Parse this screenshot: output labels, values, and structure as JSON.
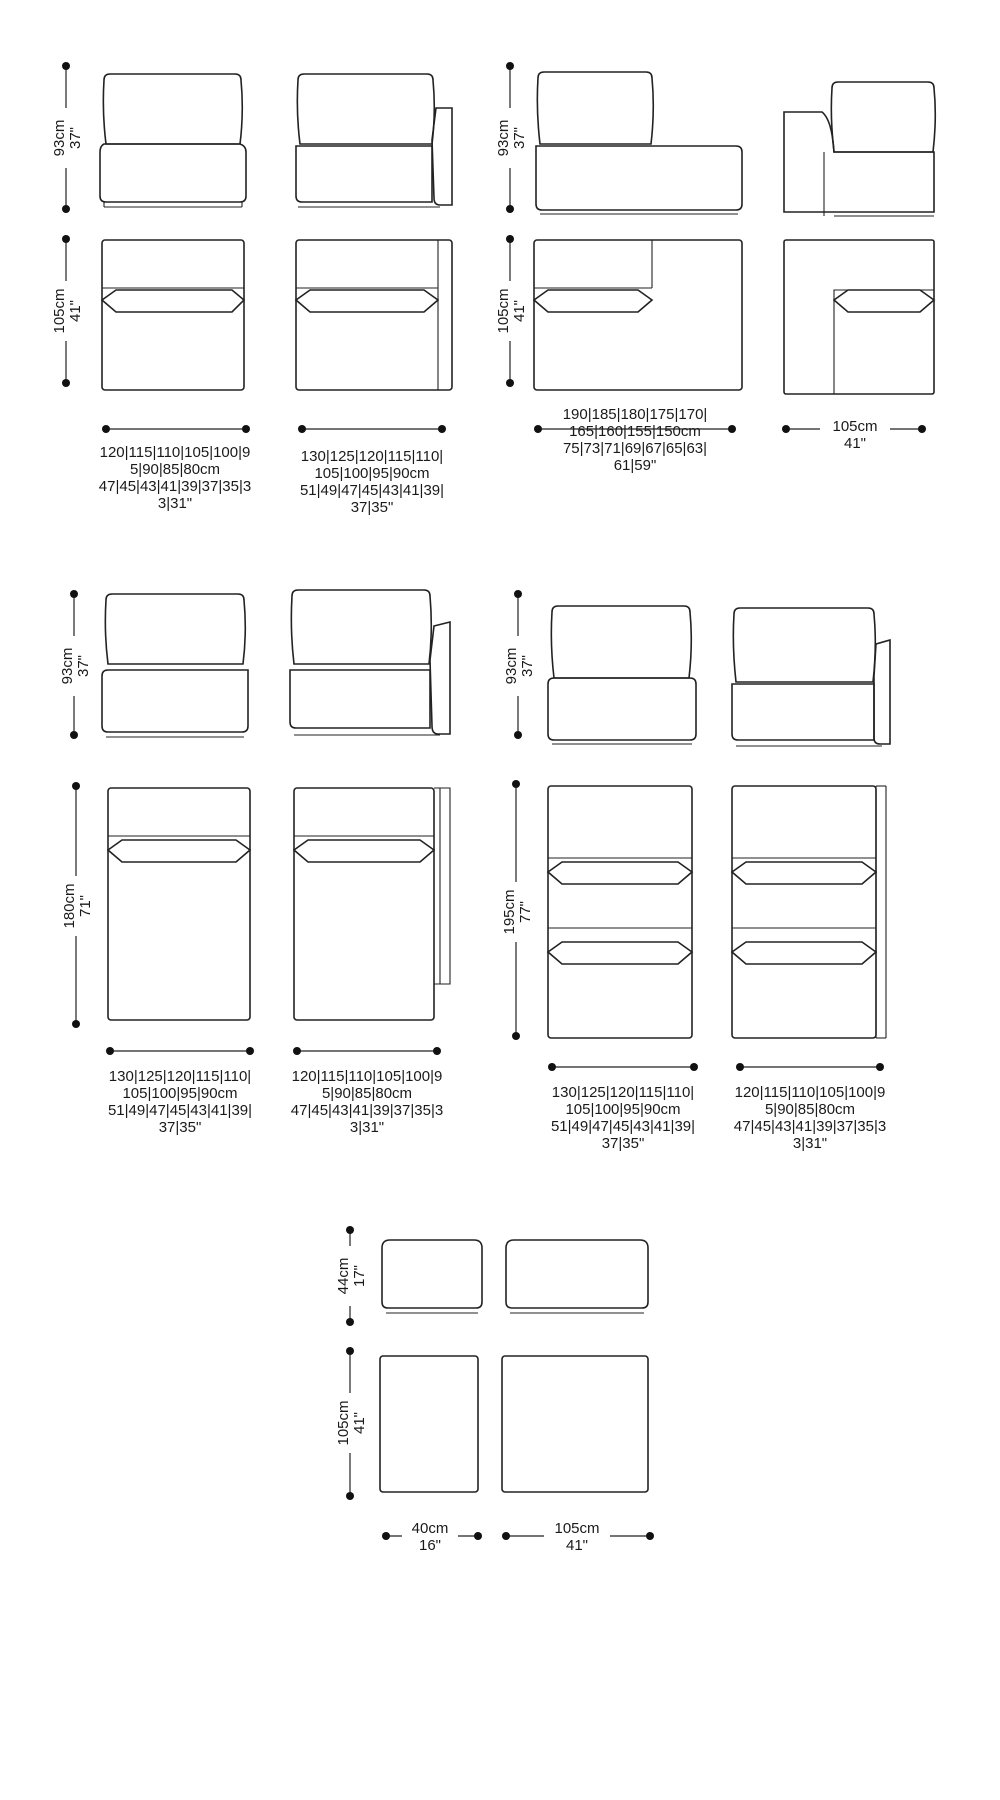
{
  "row1": {
    "height_label": [
      "93cm",
      "37\""
    ],
    "depth_label": [
      "105cm",
      "41\""
    ],
    "width_a": [
      "120|115|110|105|100|9",
      "5|90|85|80cm",
      "47|45|43|41|39|37|35|3",
      "3|31\""
    ],
    "width_b": [
      "130|125|120|115|110|",
      "105|100|95|90cm",
      "51|49|47|45|43|41|39|",
      "37|35\""
    ],
    "width_c": [
      "190|185|180|175|170|",
      "165|160|155|150cm",
      "75|73|71|69|67|65|63|",
      "61|59\""
    ],
    "width_d": [
      "105cm",
      "41\""
    ]
  },
  "row2": {
    "height_label": [
      "93cm",
      "37\""
    ],
    "depth_left": [
      "180cm",
      "71\""
    ],
    "depth_right": [
      "195cm",
      "77\""
    ],
    "width_a": [
      "130|125|120|115|110|",
      "105|100|95|90cm",
      "51|49|47|45|43|41|39|",
      "37|35\""
    ],
    "width_b": [
      "120|115|110|105|100|9",
      "5|90|85|80cm",
      "47|45|43|41|39|37|35|3",
      "3|31\""
    ],
    "width_c": [
      "130|125|120|115|110|",
      "105|100|95|90cm",
      "51|49|47|45|43|41|39|",
      "37|35\""
    ],
    "width_d": [
      "120|115|110|105|100|9",
      "5|90|85|80cm",
      "47|45|43|41|39|37|35|3",
      "3|31\""
    ]
  },
  "row3": {
    "height_label": [
      "44cm",
      "17\""
    ],
    "depth_label": [
      "105cm",
      "41\""
    ],
    "width_a": [
      "40cm",
      "16\""
    ],
    "width_b": [
      "105cm",
      "41\""
    ]
  }
}
